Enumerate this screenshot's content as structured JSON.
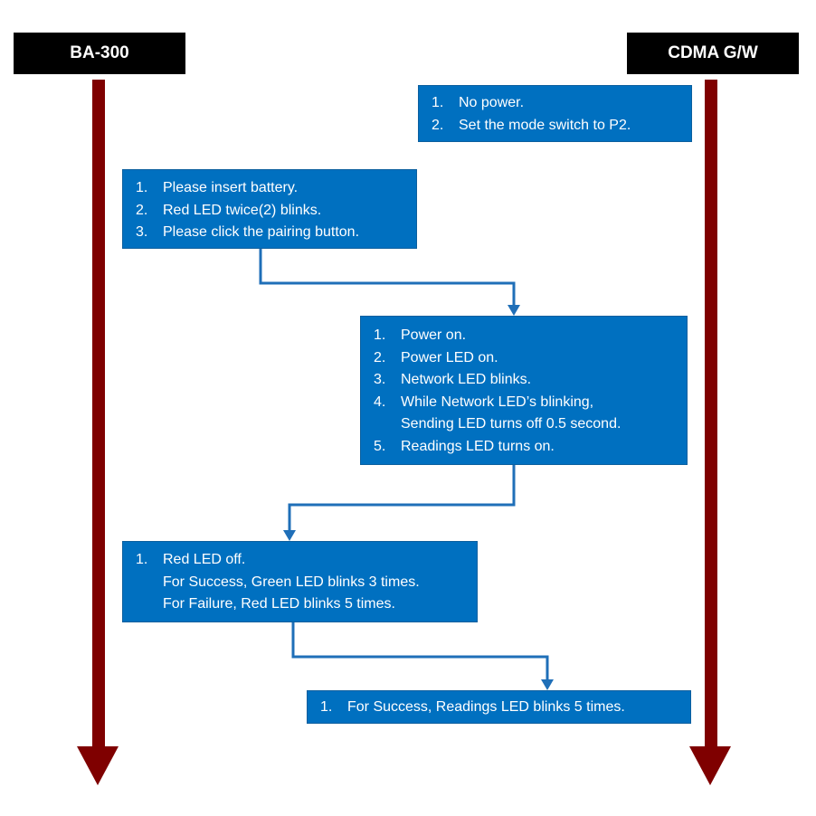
{
  "lanes": {
    "left": {
      "label": "BA-300"
    },
    "right": {
      "label": "CDMA G/W"
    }
  },
  "colors": {
    "lane_arrow": "#7f0000",
    "box_fill": "#0070c0",
    "connector": "#1f6fb8",
    "header_bg": "#000000"
  },
  "steps": [
    {
      "lane": "CDMA G/W",
      "items": [
        {
          "num": "1.",
          "lines": [
            "No power."
          ]
        },
        {
          "num": "2.",
          "lines": [
            "Set the mode switch to P2."
          ]
        }
      ]
    },
    {
      "lane": "BA-300",
      "items": [
        {
          "num": "1.",
          "lines": [
            "Please insert battery."
          ]
        },
        {
          "num": "2.",
          "lines": [
            "Red LED twice(2) blinks."
          ]
        },
        {
          "num": "3.",
          "lines": [
            "Please click the pairing button."
          ]
        }
      ]
    },
    {
      "lane": "CDMA G/W",
      "items": [
        {
          "num": "1.",
          "lines": [
            "Power on."
          ]
        },
        {
          "num": "2.",
          "lines": [
            "Power LED on."
          ]
        },
        {
          "num": "3.",
          "lines": [
            "Network LED blinks."
          ]
        },
        {
          "num": "4.",
          "lines": [
            "While Network LED’s blinking,",
            "Sending LED turns off 0.5 second."
          ]
        },
        {
          "num": "5.",
          "lines": [
            "Readings LED turns on."
          ]
        }
      ]
    },
    {
      "lane": "BA-300",
      "items": [
        {
          "num": "1.",
          "lines": [
            "Red LED off.",
            "For Success, Green LED blinks 3 times.",
            "For Failure, Red LED blinks 5 times."
          ]
        }
      ]
    },
    {
      "lane": "CDMA G/W",
      "items": [
        {
          "num": "1.",
          "lines": [
            "For Success, Readings LED blinks 5 times."
          ]
        }
      ]
    }
  ]
}
